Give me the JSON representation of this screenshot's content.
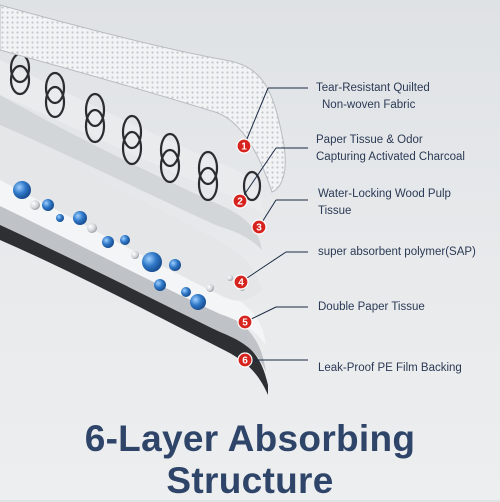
{
  "title": "6-Layer Absorbing Structure",
  "layers": [
    {
      "number": "1",
      "line1": "Tear-Resistant Quilted",
      "line2": "Non-woven Fabric"
    },
    {
      "number": "2",
      "line1": "Paper Tissue & Odor",
      "line2": "Capturing Activated Charcoal"
    },
    {
      "number": "3",
      "line1": "Water-Locking Wood Pulp",
      "line2": "Tissue"
    },
    {
      "number": "4",
      "line1": "super absorbent polymer(SAP)",
      "line2": ""
    },
    {
      "number": "5",
      "line1": "Double Paper Tissue",
      "line2": ""
    },
    {
      "number": "6",
      "line1": "Leak-Proof PE Film Backing",
      "line2": ""
    }
  ],
  "colors": {
    "badge": "#d7231e",
    "title": "#2e4468",
    "label": "#2b3a55",
    "sap_blue": "#2f78c8"
  }
}
